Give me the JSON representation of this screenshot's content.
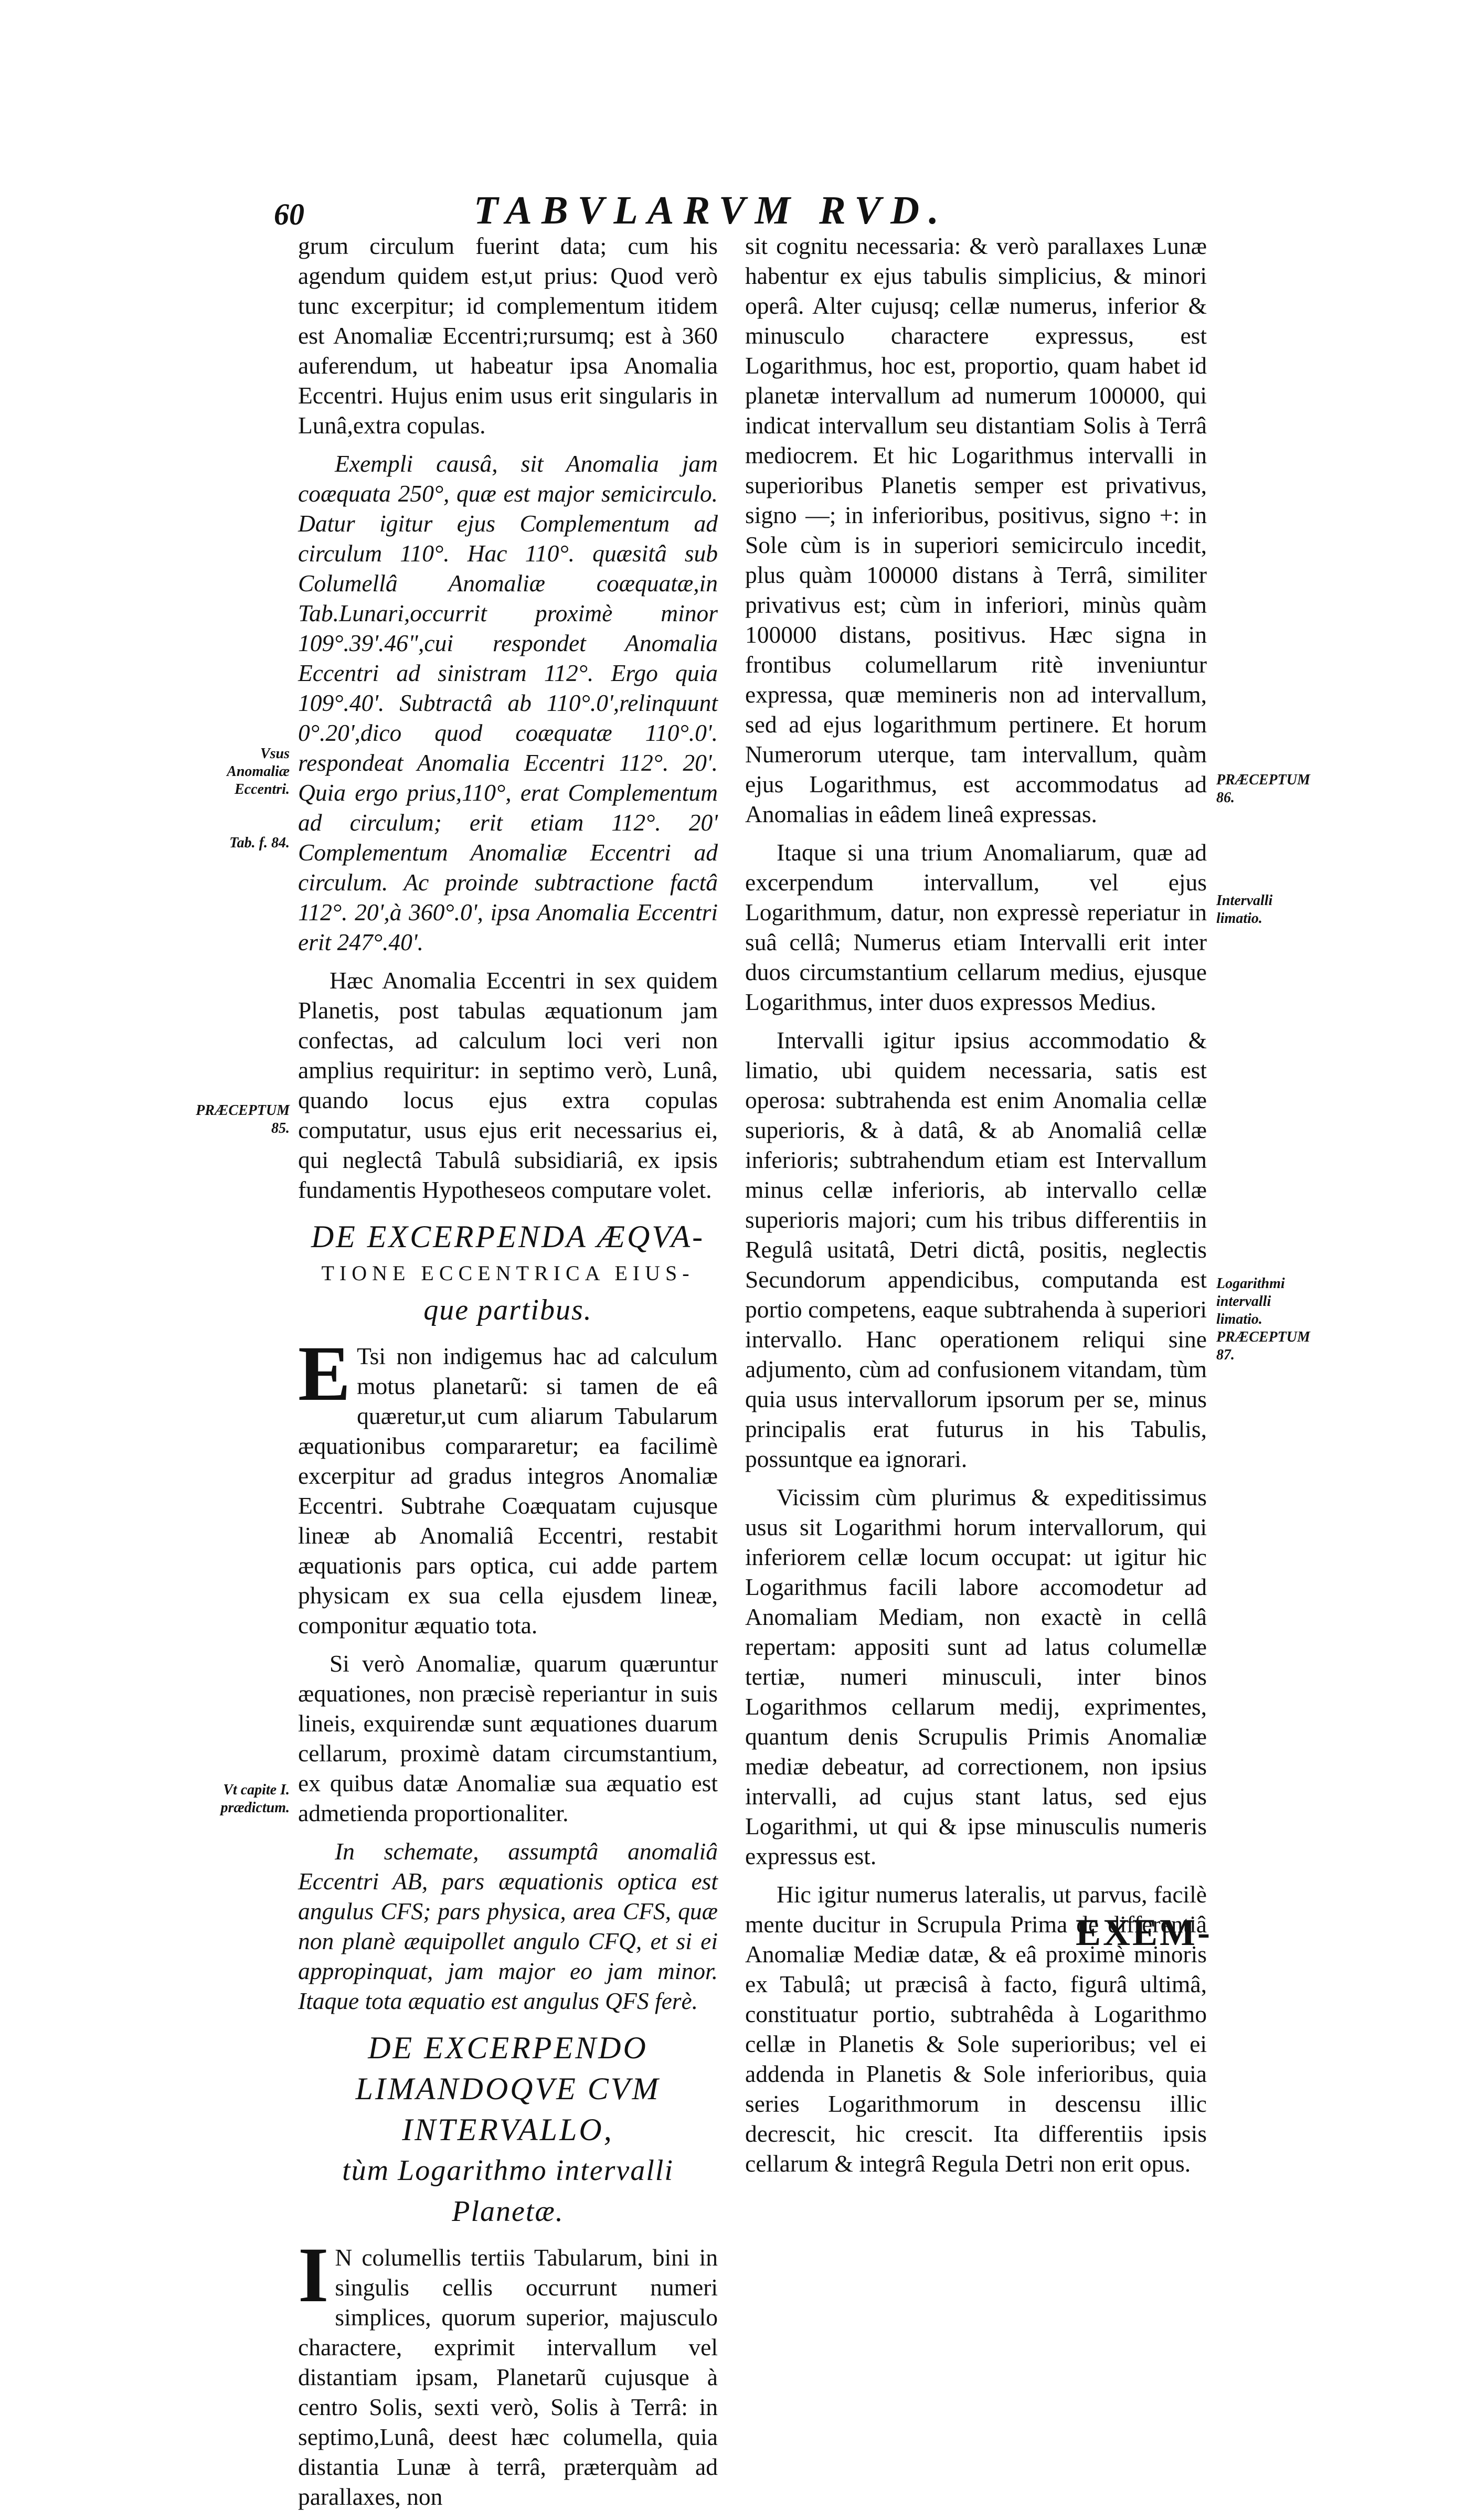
{
  "header": {
    "folio": "60",
    "running_head": "TABVLARVM RVD."
  },
  "left_column": {
    "p1": "grum circulum fuerint data; cum his agendum quidem est,ut prius: Quod verò tunc excerpitur; id complementum itidem est Anomaliæ Eccentri;rursumq; est à 360 auferendum, ut habeatur ipsa Anomalia Eccentri. Hujus enim usus erit singularis in Lunâ,extra copulas.",
    "p2": "Exempli causâ, sit Anomalia jam coæquata 250°, quæ est major semicirculo. Datur igitur ejus Complementum ad circulum 110°. Hac 110°. quæsitâ sub Columellâ Anomaliæ coæquatæ,in Tab.Lunari,occurrit proximè minor 109°.39'.46\",cui respondet Anomalia Eccentri ad sinistram 112°. Ergo quia 109°.40'. Subtractâ ab 110°.0',relinquunt 0°.20',dico quod coæquatæ 110°.0'. respondeat Anomalia Eccentri 112°. 20'. Quia ergo prius,110°, erat Complementum ad circulum; erit etiam 112°. 20' Complementum Anomaliæ Eccentri ad circulum. Ac proinde subtractione factâ 112°. 20',à 360°.0', ipsa Anomalia Eccentri erit 247°.40'.",
    "p3": "Hæc Anomalia Eccentri in sex quidem Planetis, post tabulas æquationum jam confectas, ad calculum loci veri non amplius requiritur: in septimo verò, Lunâ, quando locus ejus extra copulas computatur, usus ejus erit necessarius ei, qui neglectâ Tabulâ subsidiariâ, ex ipsis fundamentis Hypotheseos computare volet.",
    "h1_main": "DE EXCERPENDA ÆQVA-",
    "h1_sub": "TIONE ECCENTRICA EIUS-",
    "h1_end": "que partibus.",
    "p4_first": "E",
    "p4": "Tsi non indigemus hac ad calculum motus planetarũ: si tamen de eâ quæretur,ut cum aliarum Tabularum æquationibus compararetur; ea facilimè excerpitur ad gradus integros Anomaliæ Eccentri. Subtrahe Coæquatam cujusque lineæ ab Anomaliâ Eccentri, restabit æquationis pars optica, cui adde partem physicam ex sua cella ejusdem lineæ, componitur æquatio tota.",
    "p5": "Si verò Anomaliæ, quarum quæruntur æquationes, non præcisè reperiantur in suis lineis, exquirendæ sunt æquationes duarum cellarum, proximè datam circumstantium, ex quibus datæ Anomaliæ sua æquatio est admetienda proportionaliter.",
    "p6": "In schemate, assumptâ anomaliâ Eccentri AB, pars æquationis optica est angulus CFS; pars physica, area CFS, quæ non planè æquipollet angulo CFQ, et si ei appropinquat, jam major eo jam minor. Itaque tota æquatio est angulus QFS ferè.",
    "h2_main": "DE EXCERPENDO LIMANDOQVE CVM INTERVALLO,",
    "h2_sub": "tùm Logarithmo intervalli Planetæ.",
    "p7_first": "I",
    "p7": "N columellis tertiis Tabularum, bini in singulis cellis occurrunt numeri simplices, quorum superior, majusculo charactere, exprimit intervallum vel distantiam ipsam, Planetarũ cujusque à centro Solis, sexti verò, Solis à Terrâ: in septimo,Lunâ, deest hæc columella, quia distantia Lunæ à terrâ, præterquàm ad parallaxes, non"
  },
  "right_column": {
    "p1": "sit cognitu necessaria: & verò parallaxes Lunæ habentur ex ejus tabulis simplicius, & minori operâ. Alter cujusq; cellæ numerus, inferior & minusculo charactere expressus, est Logarithmus, hoc est, proportio, quam habet id planetæ intervallum ad numerum 100000, qui indicat intervallum seu distantiam Solis à Terrâ mediocrem. Et hic Logarithmus intervalli in superioribus Planetis semper est privativus, signo —; in inferioribus, positivus, signo +: in Sole cùm is in superiori semicirculo incedit, plus quàm 100000 distans à Terrâ, similiter privativus est; cùm in inferiori, minùs quàm 100000 distans, positivus. Hæc signa in frontibus columellarum ritè inveniuntur expressa, quæ memineris non ad intervallum, sed ad ejus logarithmum pertinere. Et horum Numerorum uterque, tam intervallum, quàm ejus Logarithmus, est accommodatus ad Anomalias in eâdem lineâ expressas.",
    "p2": "Itaque si una trium Anomaliarum, quæ ad excerpendum intervallum, vel ejus Logarithmum, datur, non expressè reperiatur in suâ cellâ; Numerus etiam Intervalli erit inter duos circumstantium cellarum medius, ejusque Logarithmus, inter duos expressos Medius.",
    "p3": "Intervalli igitur ipsius accommodatio & limatio, ubi quidem necessaria, satis est operosa: subtrahenda est enim Anomalia cellæ superioris, & à datâ, & ab Anomaliâ cellæ inferioris; subtrahendum etiam est Intervallum minus cellæ inferioris, ab intervallo cellæ superioris majori; cum his tribus differentiis in Regulâ usitatâ, Detri dictâ, positis, neglectis Secundorum appendicibus, computanda est portio competens, eaque subtrahenda à superiori intervallo. Hanc operationem reliqui sine adjumento, cùm ad confusionem vitandam, tùm quia usus intervallorum ipsorum per se, minus principalis erat futurus in his Tabulis, possuntque ea ignorari.",
    "p4": "Vicissim cùm plurimus & expeditissimus usus sit Logarithmi horum intervallorum, qui inferiorem cellæ locum occupat: ut igitur hic Logarithmus facili labore accomodetur ad Anomaliam Mediam, non exactè in cellâ repertam: appositi sunt ad latus columellæ tertiæ, numeri minusculi, inter binos Logarithmos cellarum medij, exprimentes, quantum denis Scrupulis Primis Anomaliæ mediæ debeatur, ad correctionem, non ipsius intervalli, ad cujus stant latus, sed ejus Logarithmi, ut qui & ipse minusculis numeris expressus est.",
    "p5": "Hic igitur numerus lateralis, ut parvus, facilè mente ducitur in Scrupula Prima de differentiâ Anomaliæ Mediæ datæ, & eâ proximè minoris ex Tabulâ; ut præcisâ à facto, figurâ ultimâ, constituatur portio, subtrahêda à Logarithmo cellæ in Planetis & Sole superioribus; vel ei addenda in Planetis & Sole inferioribus, quia series Logarithmorum in descensu illic decrescit, hic crescit. Ita differentiis ipsis cellarum & integrâ Regula Detri non erit opus.",
    "catchword": "EXEM-"
  },
  "margin_notes": {
    "left_1": "Vsus Anomaliæ Eccentri.",
    "left_2": "Tab. f. 84.",
    "left_3": "PRÆCEPTUM 85.",
    "left_4": "Vt capite I. prædictum.",
    "right_1": "PRÆCEPTUM 86.",
    "right_2": "Intervalli limatio.",
    "right_3": "Logarithmi intervalli limatio. PRÆCEPTUM 87."
  }
}
